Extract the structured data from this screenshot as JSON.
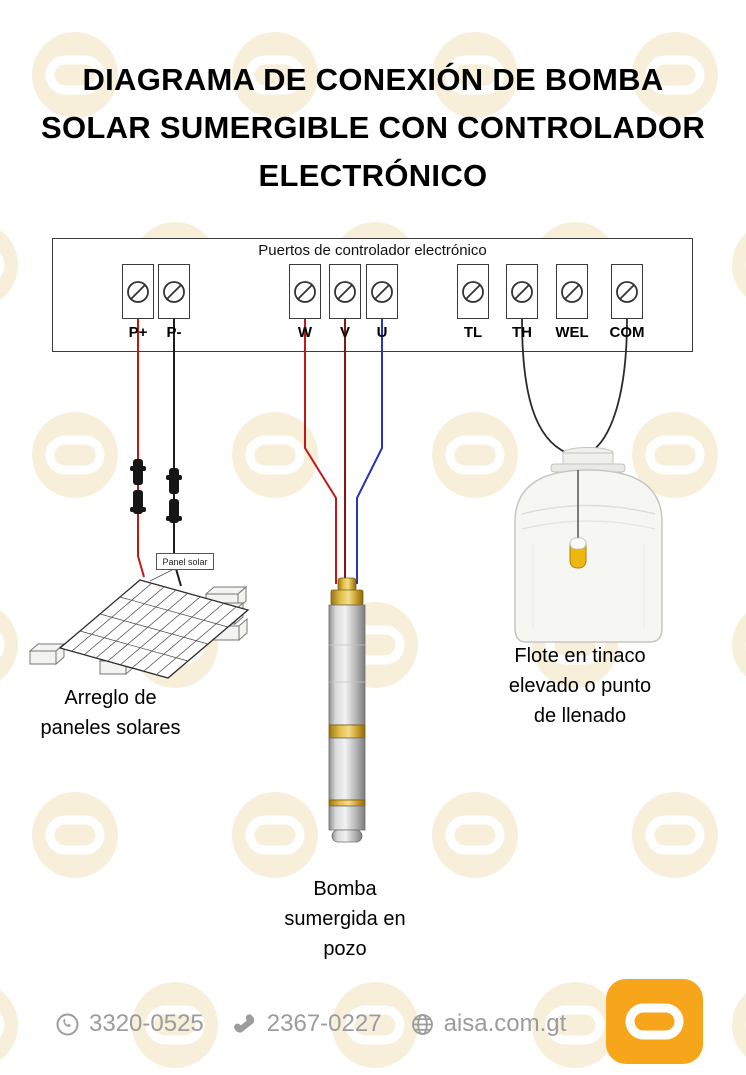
{
  "title": "DIAGRAMA DE CONEXIÓN DE BOMBA\nSOLAR SUMERGIBLE CON CONTROLADOR\nELECTRÓNICO",
  "controller": {
    "label": "Puertos de controlador electrónico",
    "terminals": [
      {
        "label": "P+"
      },
      {
        "label": "P-"
      },
      {
        "label": "W"
      },
      {
        "label": "V"
      },
      {
        "label": "U"
      },
      {
        "label": "TL"
      },
      {
        "label": "TH"
      },
      {
        "label": "WEL"
      },
      {
        "label": "COM"
      }
    ]
  },
  "diagram": {
    "panel_tag": "Panel solar",
    "panel_caption": "Arreglo de\npaneles solares",
    "tank_caption": "Flote en tinaco\nelevado o punto\nde llenado",
    "pump_caption": "Bomba\nsumergida en\npozo"
  },
  "footer": {
    "phone_1": "3320-0525",
    "phone_2": "2367-0227",
    "website": "aisa.com.gt"
  },
  "colors": {
    "wire_positive": "#c01818",
    "wire_negative": "#1c1c1c",
    "wire_w": "#c01818",
    "wire_v": "#8a1212",
    "wire_u": "#2636b8",
    "float_wire": "#2a2a2a",
    "brand_orange": "#f7a61b",
    "watermark": "#f7efda",
    "footer_text": "#9c9c9c"
  }
}
